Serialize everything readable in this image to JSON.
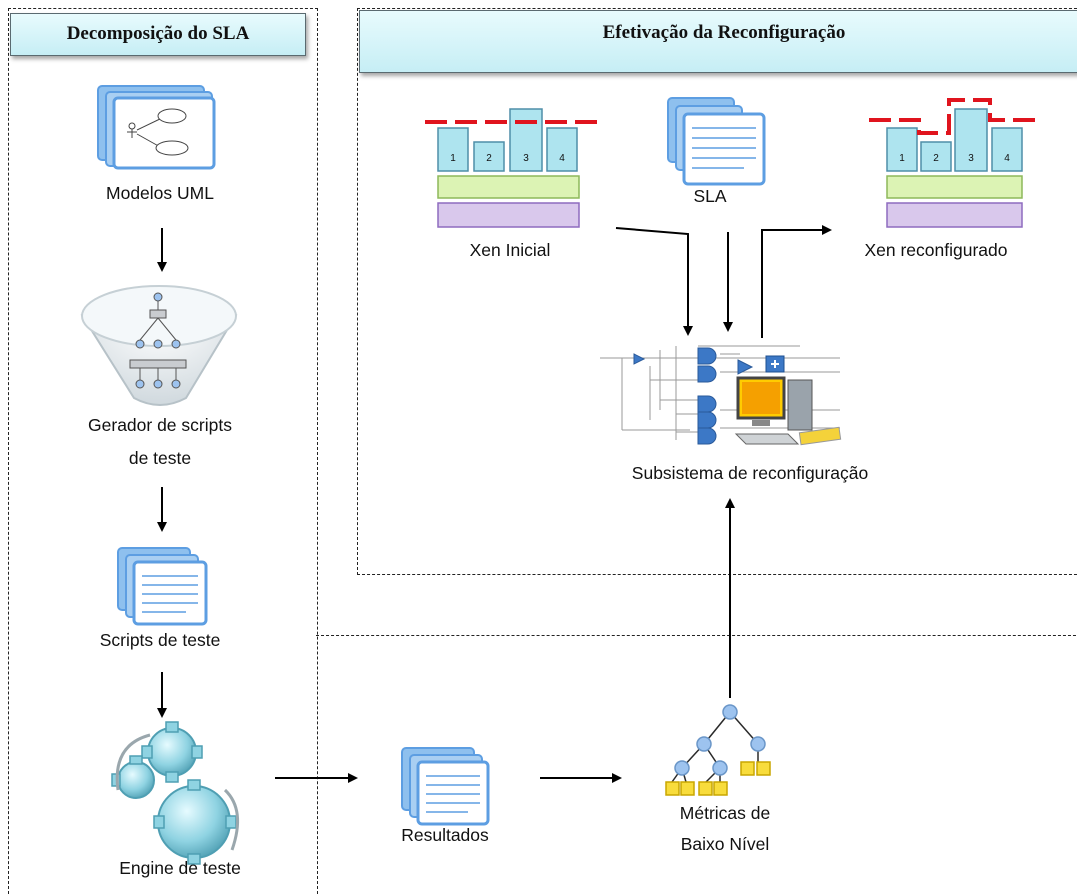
{
  "regions": {
    "sla_decomposition_title": "Decomposição do SLA",
    "reconfiguration_title": "Efetivação da Reconfiguração"
  },
  "nodes": {
    "uml_models": "Modelos UML",
    "script_generator_line1": "Gerador de scripts",
    "script_generator_line2": "de teste",
    "test_scripts": "Scripts de teste",
    "test_engine": "Engine de teste",
    "results": "Resultados",
    "low_level_metrics_line1": "Métricas de",
    "low_level_metrics_line2": "Baixo Nível",
    "initial_xen": "Xen Inicial",
    "sla": "SLA",
    "reconfigured_xen": "Xen reconfigurado",
    "reconfiguration_subsystem": "Subsistema de reconfiguração"
  },
  "xen_bars": [
    "1",
    "2",
    "3",
    "4"
  ],
  "colors": {
    "banner_fill": "#c6eef5",
    "bar_fill": "#aee4ef",
    "green_layer": "#dcf3b4",
    "purple_layer": "#d9c8ec",
    "threshold_red": "#e0141e",
    "document_blue": "#6fa8e0",
    "metric_yellow": "#f8dc3c"
  }
}
